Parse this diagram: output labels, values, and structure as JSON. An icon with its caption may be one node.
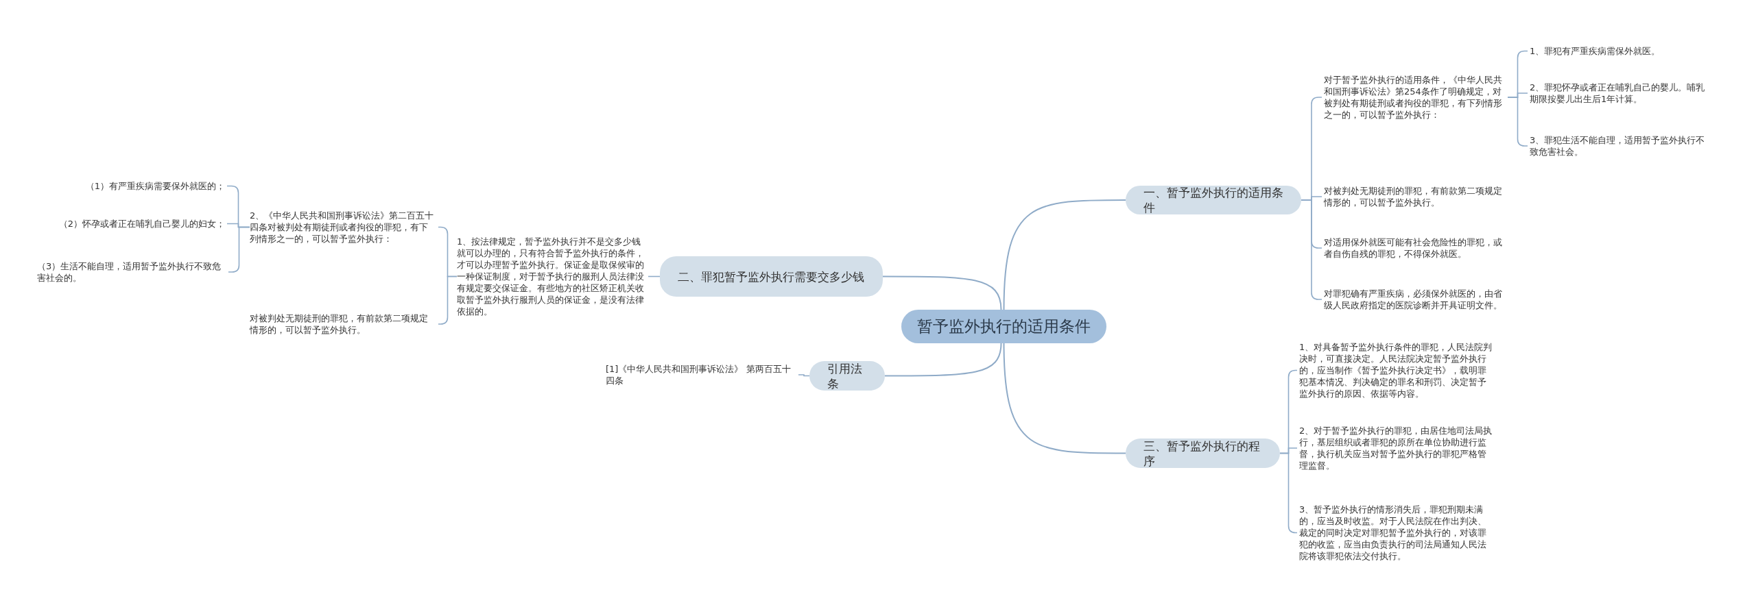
{
  "diagram": {
    "nodes": [
      {
        "text": [
          "暂予监外执行的适用条件"
        ]
      },
      {
        "text": [
          "一、暂予监外执行的适用条件"
        ]
      },
      {
        "text": [
          "对于暂予监外执行的适用条件，《中华人民共和国刑事诉讼法》第254条作了明确规定，对被判处有期徒刑或者拘役的罪犯，有下列情形之一的，可以暂予监外执行："
        ]
      },
      {
        "text": [
          "1、罪犯有严重疾病需保外就医。"
        ]
      },
      {
        "text": [
          "2、罪犯怀孕或者正在哺乳自己的婴儿。哺乳期限按婴儿出生后1年计算。"
        ]
      },
      {
        "text": [
          "3、罪犯生活不能自理，适用暂予监外执行不致危害社会。"
        ]
      },
      {
        "text": [
          "对被判处无期徒刑的罪犯，有前款第二项规定情形的，可以暂予监外执行。"
        ]
      },
      {
        "text": [
          "对适用保外就医可能有社会危险性的罪犯，或者自伤自残的罪犯，不得保外就医。"
        ]
      },
      {
        "text": [
          "对罪犯确有严重疾病，必须保外就医的，由省级人民政府指定的医院诊断并开具证明文件。"
        ]
      },
      {
        "text": [
          "二、罪犯暂予监外执行需要交多少钱"
        ]
      },
      {
        "text": [
          "1、按法律规定，暂予监外执行并不是交多少钱就可以办理的，只有符合暂予监外执行的条件，才可以办理暂予监外执行。保证金是取保候审的一种保证制度，对于暂予执行的服刑人员法律没有规定要交保证金。有些地方的社区矫正机关收取暂予监外执行服刑人员的保证金，是没有法律依据的。"
        ]
      },
      {
        "text": [
          "2、《中华人民共和国刑事诉讼法》第二百五十四条对被判处有期徒刑或者拘役的罪犯，有下列情形之一的，可以暂予监外执行："
        ]
      },
      {
        "text": [
          "（1）有严重疾病需要保外就医的；"
        ]
      },
      {
        "text": [
          "（2）怀孕或者正在哺乳自己婴儿的妇女；"
        ]
      },
      {
        "text": [
          "（3）生活不能自理，适用暂予监外执行不致危害社会的。"
        ]
      },
      {
        "text": [
          "对被判处无期徒刑的罪犯，有前款第二项规定情形的，可以暂予监外执行。"
        ]
      },
      {
        "text": [
          "引用法条"
        ]
      },
      {
        "text": [
          "[1]《中华人民共和国刑事诉讼法》 第两百五十四条"
        ]
      },
      {
        "text": [
          "三、暂予监外执行的程序"
        ]
      },
      {
        "text": [
          "1、对具备暂予监外执行条件的罪犯，人民法院判决时，可直接决定。人民法院决定暂予监外执行的，应当制作《暂予监外执行决定书》，载明罪犯基本情况、判决确定的罪名和刑罚、决定暂予监外执行的原因、依据等内容。"
        ]
      },
      {
        "text": [
          "2、对于暂予监外执行的罪犯，由居住地司法局执行，基层组织或者罪犯的原所在单位协助进行监督，执行机关应当对暂予监外执行的罪犯严格管理监督。"
        ]
      },
      {
        "text": [
          "3、暂予监外执行的情形消失后，罪犯刑期未满的，应当及时收监。对于人民法院在作出判决、裁定的同时决定对罪犯暂予监外执行的，对该罪犯的收监，应当由负责执行的司法局通知人民法院将该罪犯依法交付执行。"
        ]
      }
    ],
    "edges": [
      {
        "from": 0,
        "to": 1,
        "arrow": "none"
      },
      {
        "from": 0,
        "to": 9,
        "arrow": "none"
      },
      {
        "from": 0,
        "to": 16,
        "arrow": "none"
      },
      {
        "from": 0,
        "to": 18,
        "arrow": "none"
      },
      {
        "from": 1,
        "to": 2,
        "arrow": "none"
      },
      {
        "from": 2,
        "to": 3,
        "arrow": "none"
      },
      {
        "from": 2,
        "to": 4,
        "arrow": "none"
      },
      {
        "from": 2,
        "to": 5,
        "arrow": "none"
      },
      {
        "from": 1,
        "to": 6,
        "arrow": "none"
      },
      {
        "from": 1,
        "to": 7,
        "arrow": "none"
      },
      {
        "from": 1,
        "to": 8,
        "arrow": "none"
      },
      {
        "from": 9,
        "to": 10,
        "arrow": "none"
      },
      {
        "from": 10,
        "to": 11,
        "arrow": "none"
      },
      {
        "from": 11,
        "to": 12,
        "arrow": "none"
      },
      {
        "from": 11,
        "to": 13,
        "arrow": "none"
      },
      {
        "from": 11,
        "to": 14,
        "arrow": "none"
      },
      {
        "from": 10,
        "to": 15,
        "arrow": "none"
      },
      {
        "from": 16,
        "to": 17,
        "arrow": "none"
      },
      {
        "from": 18,
        "to": 19,
        "arrow": "none"
      },
      {
        "from": 18,
        "to": 20,
        "arrow": "none"
      },
      {
        "from": 18,
        "to": 21,
        "arrow": "none"
      }
    ]
  }
}
